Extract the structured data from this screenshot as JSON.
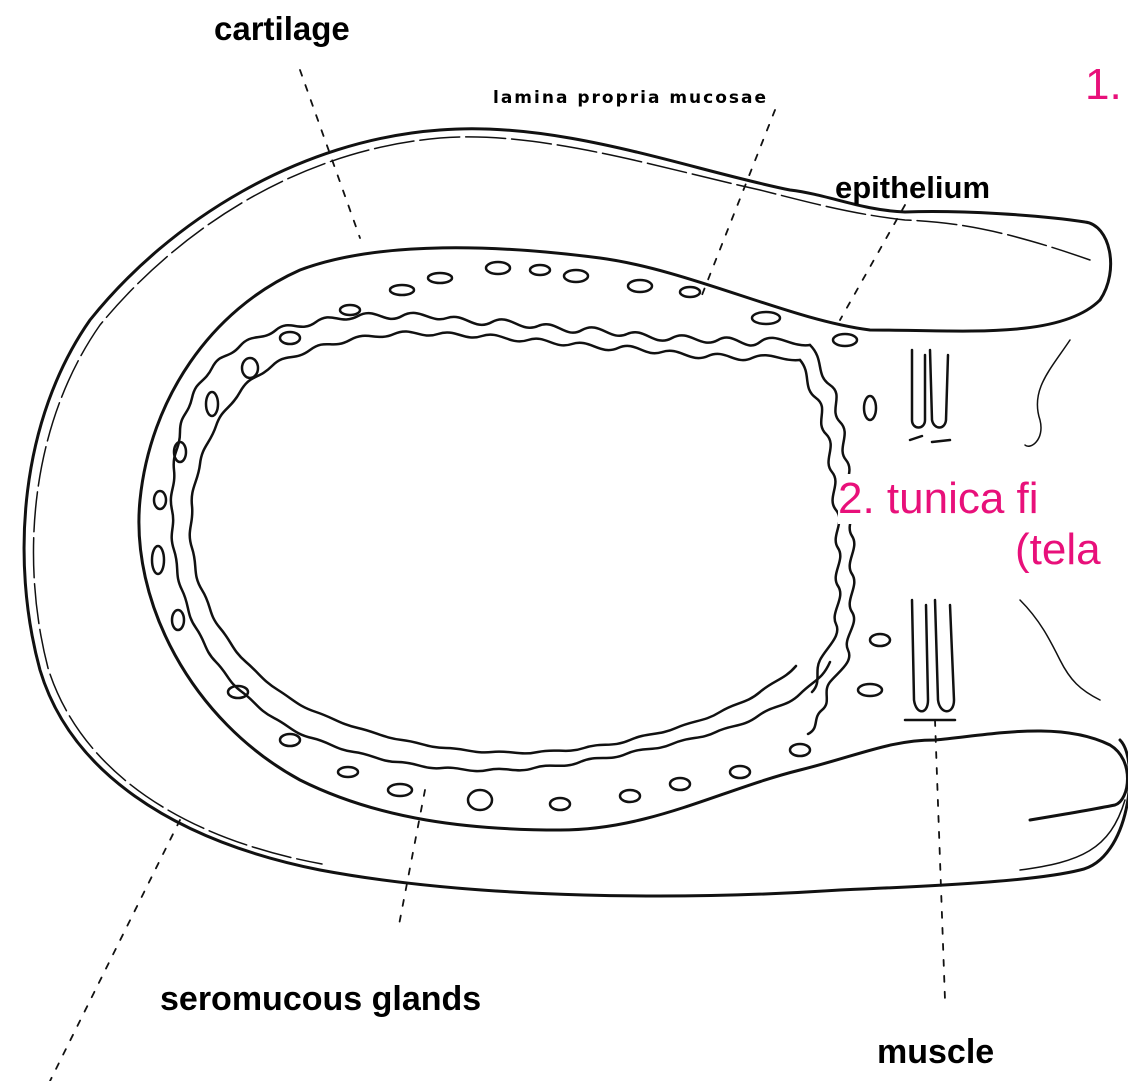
{
  "colors": {
    "label_text": "#000000",
    "layer_heading": "#e8107a",
    "drawing_line": "#111111"
  },
  "labels": {
    "cartilage": "cartilage",
    "lamina_propria": "lamina propria mucosae",
    "epithelium": "epithelium",
    "seromucous_glands": "seromucous glands",
    "muscle": "muscle"
  },
  "layer_headings": {
    "layer_1": "1.",
    "layer_2_line1": "2. tunica fi",
    "layer_2_line2": "(tela"
  }
}
